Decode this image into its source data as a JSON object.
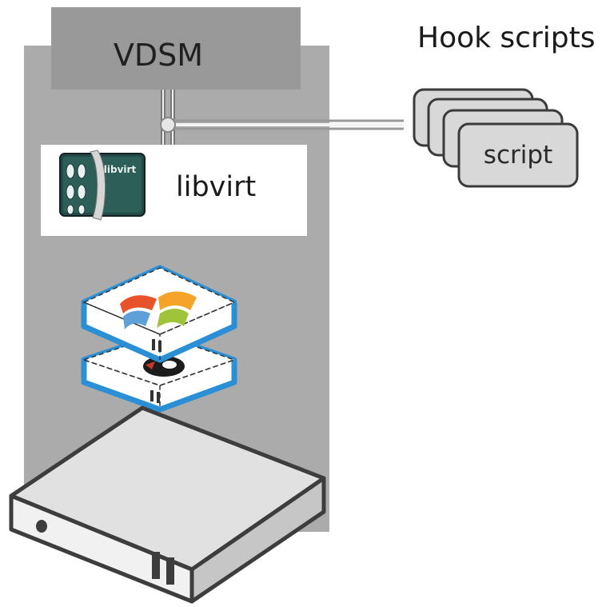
{
  "vdsm": {
    "label": "VDSM"
  },
  "libvirt": {
    "label": "libvirt",
    "logo_text": "libvirt"
  },
  "hook_scripts": {
    "title": "Hook scripts",
    "cards": [
      {
        "label": ""
      },
      {
        "label": ""
      },
      {
        "label": ""
      },
      {
        "label": "script"
      }
    ]
  },
  "guests": [
    {
      "os": "windows-logo-icon"
    },
    {
      "os": "linux-logo-icon"
    }
  ],
  "host": {
    "icon": "server-icon"
  },
  "colors": {
    "host_panel": "#ababab",
    "vdsm_box": "#999999",
    "card_fill": "#d8d8d8",
    "card_stroke": "#3a3a3a",
    "guest_outline": "#2b8fd6",
    "book_green": "#2e5e58"
  }
}
